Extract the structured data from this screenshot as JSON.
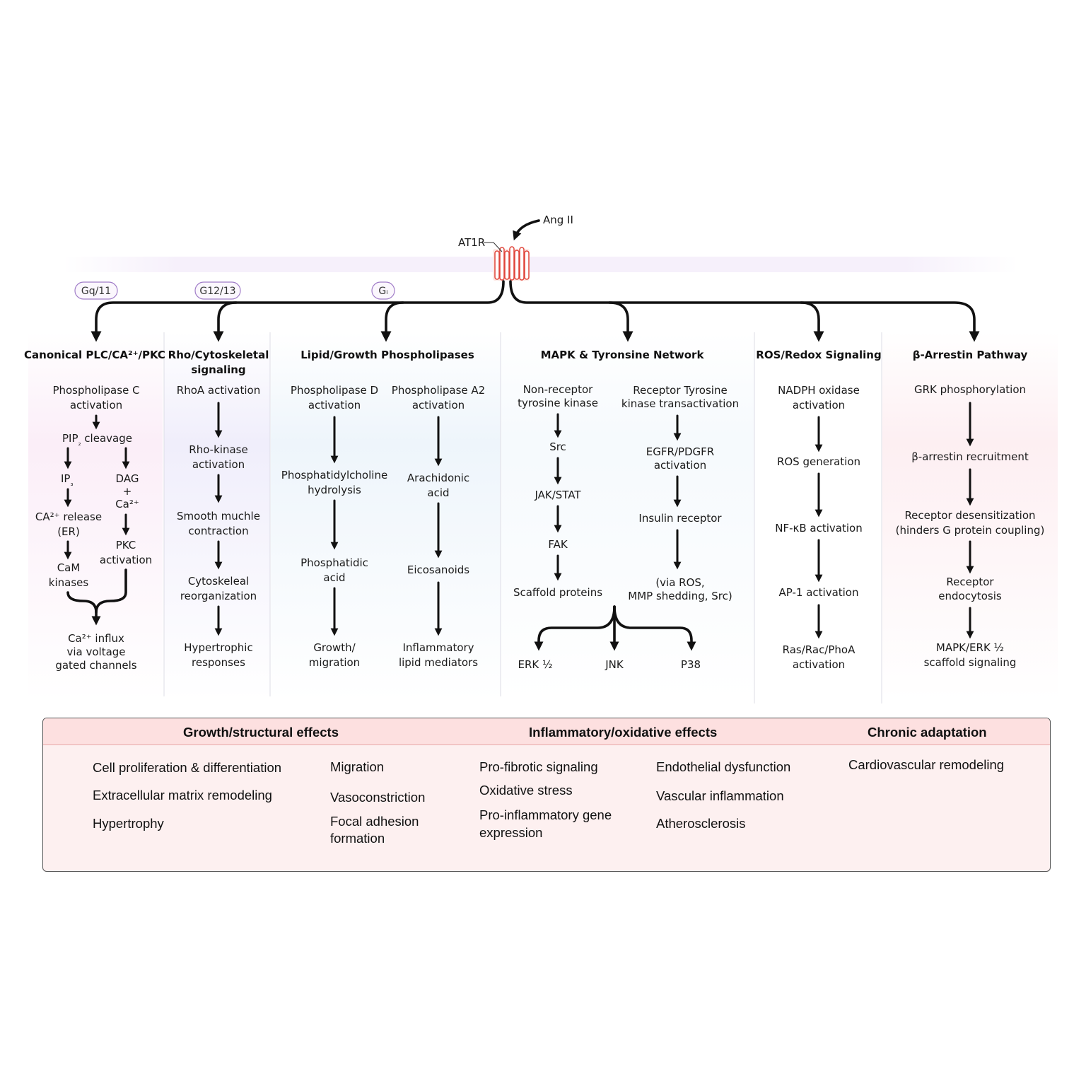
{
  "receptor": {
    "ligand": "Ang II",
    "name": "AT1R"
  },
  "gproteins": [
    "Gq/11",
    "G12/13",
    "Gᵢ"
  ],
  "pathways": {
    "plc": {
      "title": "Canonical PLC/CA²⁺/PKC",
      "steps": [
        "Phospholipase C",
        "activation",
        "PIP",
        "₂",
        " cleavage",
        "IP",
        "₃",
        "DAG",
        "+",
        "Ca²⁺",
        "CA²⁺ release",
        "(ER)",
        "PKC",
        "activation",
        "CaM",
        "kinases",
        "Ca²⁺ influx",
        "via voltage",
        "gated channels"
      ]
    },
    "rho": {
      "title": [
        "Rho/Cytoskeletal",
        "signaling"
      ],
      "steps": [
        "RhoA activation",
        "Rho-kinase",
        "activation",
        "Smooth muchle",
        "contraction",
        "Cytoskeleal",
        "reorganization",
        "Hypertrophic",
        "responses"
      ]
    },
    "lipid": {
      "title": "Lipid/Growth Phospholipases",
      "pld": [
        "Phospholipase D",
        "activation",
        "Phosphatidylcholine",
        "hydrolysis",
        "Phosphatidic",
        "acid",
        "Growth/",
        "migration"
      ],
      "pla2": [
        "Phospholipase A2",
        "activation",
        "Arachidonic",
        "acid",
        "Eicosanoids",
        "Inflammatory",
        "lipid mediators"
      ]
    },
    "mapk": {
      "title": "MAPK & Tyronsine Network",
      "left": [
        "Non-receptor",
        "tyrosine kinase",
        "Src",
        "JAK/STAT",
        "FAK",
        "Scaffold proteins"
      ],
      "right": [
        "Receptor Tyrosine",
        "kinase transactivation",
        "EGFR/PDGFR",
        "activation",
        "Insulin receptor",
        "(via ROS,",
        "MMP shedding, Src)"
      ],
      "outputs": [
        "ERK ½",
        "JNK",
        "P38"
      ]
    },
    "ros": {
      "title": "ROS/Redox Signaling",
      "steps": [
        "NADPH oxidase",
        "activation",
        "ROS generation",
        "NF-κB activation",
        "AP-1 activation",
        "Ras/Rac/PhoA",
        "activation"
      ]
    },
    "arrestin": {
      "title": "β-Arrestin Pathway",
      "steps": [
        "GRK phosphorylation",
        "β-arrestin recruitment",
        "Receptor desensitization",
        "(hinders G protein coupling)",
        "Receptor",
        "endocytosis",
        "MAPK/ERK ½",
        "scaffold signaling"
      ]
    }
  },
  "effects": {
    "headers": [
      "Growth/structural effects",
      "Inflammatory/oxidative effects",
      "Chronic adaptation"
    ],
    "col1": [
      "Cell proliferation & differentiation",
      "Extracellular matrix remodeling",
      "Hypertrophy"
    ],
    "col2": [
      "Migration",
      "Vasoconstriction",
      "Focal adhesion",
      "formation"
    ],
    "col3": [
      "Pro-fibrotic signaling",
      "Oxidative stress",
      "Pro-inflammatory gene",
      "expression"
    ],
    "col4": [
      "Endothelial dysfunction",
      "Vascular inflammation",
      "Atherosclerosis"
    ],
    "col5": [
      "Cardiovascular remodeling"
    ]
  },
  "colors": {
    "membrane": "#b79ad6",
    "receptor": "#e0453a",
    "pill_border": "#a07cc8",
    "effects_header": "#fde0e0"
  }
}
